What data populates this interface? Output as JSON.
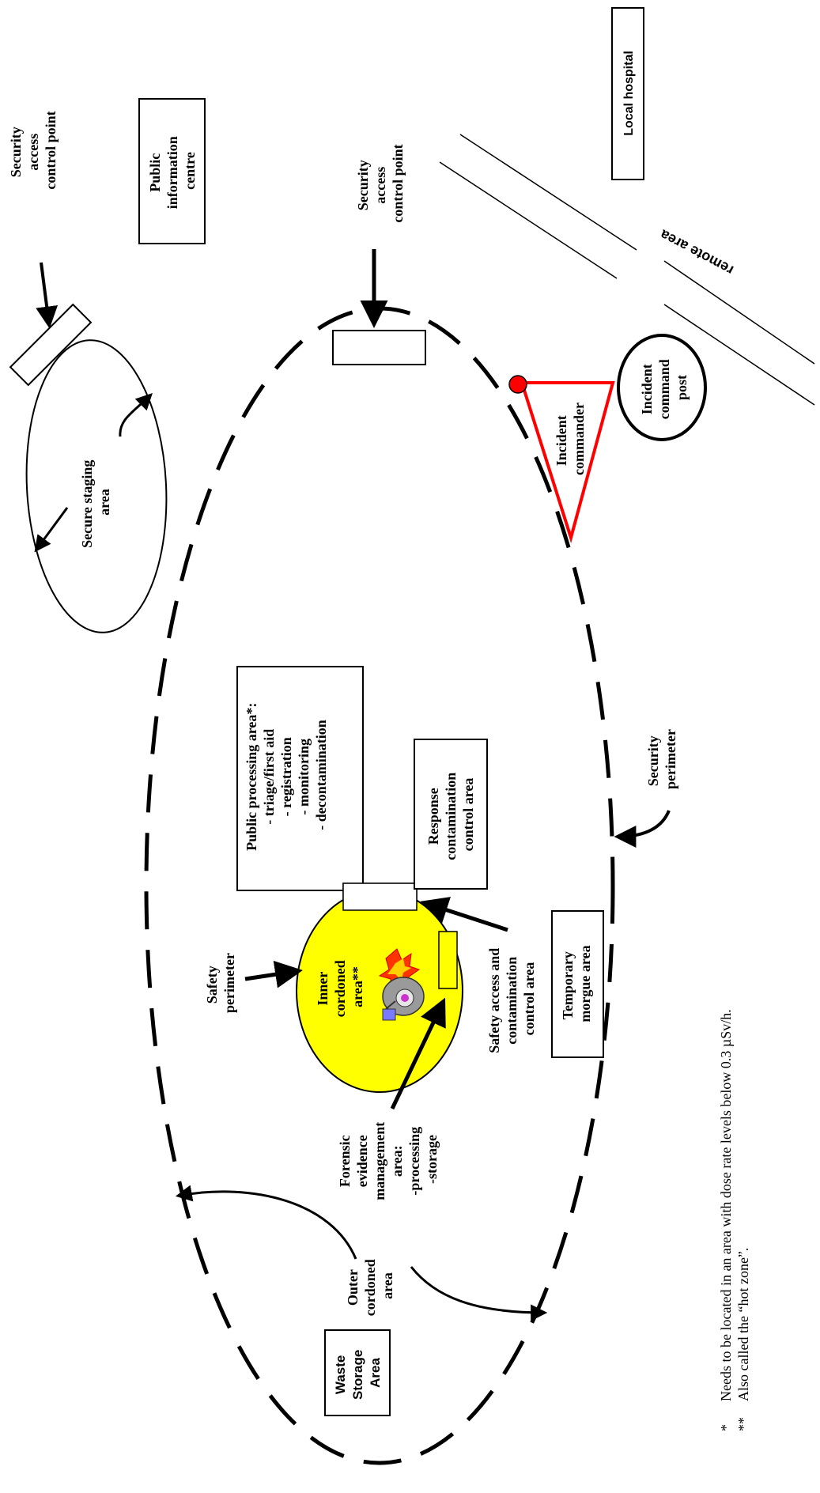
{
  "labels": {
    "security_access_1": [
      "Security",
      "access",
      "control point"
    ],
    "public_info": [
      "Public",
      "information",
      "centre"
    ],
    "security_access_2": [
      "Security",
      "access",
      "control point"
    ],
    "local_hospital": "Local hospital",
    "remote_area": "remote area",
    "secure_staging": [
      "Secure staging",
      "area"
    ],
    "incident_commander": [
      "Incident",
      "commander"
    ],
    "incident_post": [
      "Incident",
      "command",
      "post"
    ],
    "public_processing": [
      "Public processing area*:",
      "",
      "- triage/first aid",
      "- registration",
      "- monitoring",
      "- decontamination"
    ],
    "response_contamination": [
      "Response",
      "contamination",
      "control area"
    ],
    "security_perimeter": [
      "Security",
      "perimeter"
    ],
    "safety_perimeter": [
      "Safety",
      "perimeter"
    ],
    "inner_cordoned": [
      "Inner",
      "cordoned",
      "area**"
    ],
    "safety_access": [
      "Safety access and",
      "contamination",
      "control area"
    ],
    "temporary_morgue": [
      "Temporary",
      "morgue area"
    ],
    "forensic": [
      "Forensic",
      "evidence",
      "management",
      "area:",
      "-processing",
      "-storage"
    ],
    "outer_cordoned": [
      "Outer",
      "cordoned",
      "area"
    ],
    "waste_storage": [
      "Waste",
      "Storage",
      "Area"
    ]
  },
  "footnotes": [
    {
      "mark": "*",
      "text": "Needs to be located in an area with dose rate levels below 0.3 µSv/h."
    },
    {
      "mark": "**",
      "text": "Also called the “hot zone”."
    }
  ],
  "colors": {
    "line": "#000000",
    "inner_area_fill": "#ffff00",
    "commander": "#ff0000"
  },
  "icons": {
    "hazard": "hazmat-responder-icon"
  }
}
